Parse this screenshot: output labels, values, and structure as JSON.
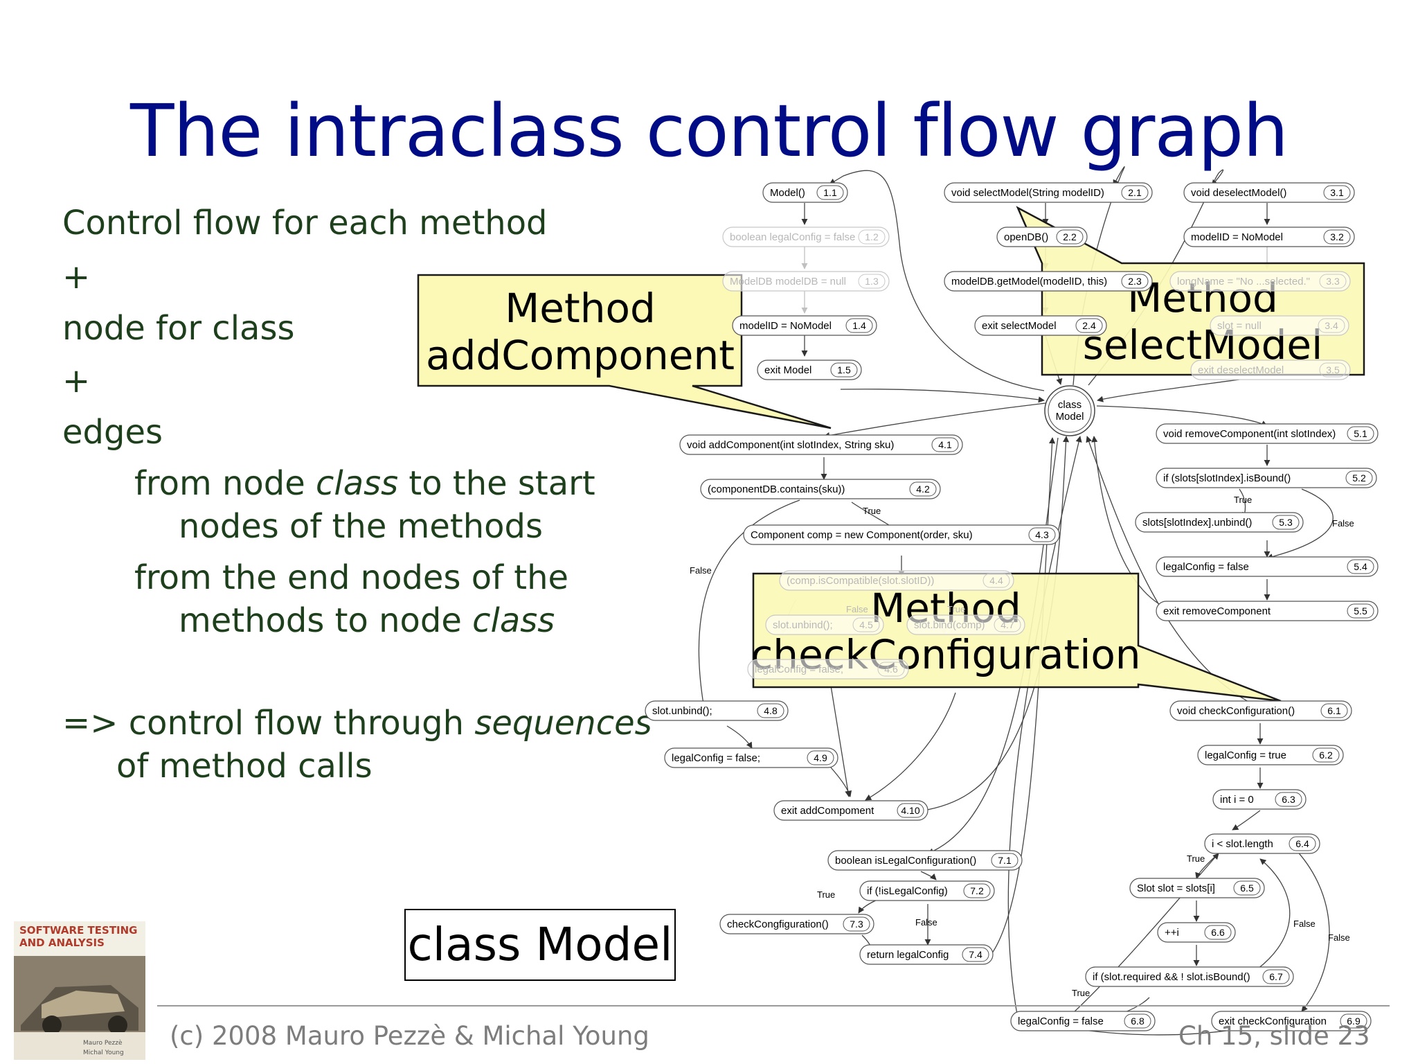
{
  "slide": {
    "title": "The intraclass control flow graph",
    "bullets": {
      "line1": "Control flow for each method",
      "plus1": "+",
      "line2": "node for class",
      "plus2": "+",
      "line3": "edges",
      "sub1_a": "from node ",
      "sub1_em": "class",
      "sub1_b": " to the start",
      "sub1_c": "nodes of the methods",
      "sub2_a": "from the end nodes of the",
      "sub2_b": "methods to node ",
      "sub2_em": "class",
      "concl_a": "=> control flow through ",
      "concl_em": "sequences",
      "concl_b": "of method calls"
    },
    "footer_left": "(c) 2008 Mauro Pezzè & Michal Young",
    "footer_right": "Ch 15, slide 23",
    "book_title_line1": "SOFTWARE TESTING",
    "book_title_line2": "AND ANALYSIS",
    "book_authors_line1": "Mauro Pezzè",
    "book_authors_line2": "Michal Young"
  },
  "callouts": {
    "add_component": [
      "Method",
      "addComponent"
    ],
    "select_model": [
      "Method",
      "selectModel"
    ],
    "check_configuration": [
      "Method",
      "checkConfiguration"
    ],
    "class_box": "class Model"
  },
  "class_node": [
    "class",
    "Model"
  ],
  "nodes": [
    {
      "key": "n1_1",
      "label": "Model()",
      "id": "1.1",
      "faded": false
    },
    {
      "key": "n1_2",
      "label": "boolean legalConfig = false",
      "id": "1.2",
      "faded": true
    },
    {
      "key": "n1_3",
      "label": "ModelDB modelDB = null",
      "id": "1.3",
      "faded": true
    },
    {
      "key": "n1_4",
      "label": "modelID = NoModel",
      "id": "1.4",
      "faded": false
    },
    {
      "key": "n1_5",
      "label": "exit Model",
      "id": "1.5",
      "faded": false
    },
    {
      "key": "n2_1",
      "label": "void selectModel(String modelID)",
      "id": "2.1",
      "faded": false
    },
    {
      "key": "n2_2",
      "label": "openDB()",
      "id": "2.2",
      "faded": false
    },
    {
      "key": "n2_3",
      "label": "modelDB.getModel(modelID, this)",
      "id": "2.3",
      "faded": false
    },
    {
      "key": "n2_4",
      "label": "exit selectModel",
      "id": "2.4",
      "faded": false
    },
    {
      "key": "n3_1",
      "label": "void deselectModel()",
      "id": "3.1",
      "faded": false
    },
    {
      "key": "n3_2",
      "label": "modelID = NoModel",
      "id": "3.2",
      "faded": false
    },
    {
      "key": "n3_3",
      "label": "longName = \"No ...selected.\"",
      "id": "3.3",
      "faded": true
    },
    {
      "key": "n3_4",
      "label": "slot = null",
      "id": "3.4",
      "faded": true
    },
    {
      "key": "n3_5",
      "label": "exit deselectModel",
      "id": "3.5",
      "faded": true
    },
    {
      "key": "n4_1",
      "label": "void addComponent(int slotIndex, String sku)",
      "id": "4.1",
      "faded": false
    },
    {
      "key": "n4_2",
      "label": "(componentDB.contains(sku))",
      "id": "4.2",
      "faded": false
    },
    {
      "key": "n4_3",
      "label": "Component comp = new Component(order, sku)",
      "id": "4.3",
      "faded": false
    },
    {
      "key": "n4_4",
      "label": "(comp.isCompatible(slot.slotID))",
      "id": "4.4",
      "faded": true
    },
    {
      "key": "n4_5",
      "label": "slot.unbind();",
      "id": "4.5",
      "faded": true
    },
    {
      "key": "n4_6",
      "label": "legalConfig = false;",
      "id": "4.6",
      "faded": true
    },
    {
      "key": "n4_7",
      "label": "slot.bind(comp)",
      "id": "4.7",
      "faded": true
    },
    {
      "key": "n4_8",
      "label": "slot.unbind();",
      "id": "4.8",
      "faded": false
    },
    {
      "key": "n4_9",
      "label": "legalConfig = false;",
      "id": "4.9",
      "faded": false
    },
    {
      "key": "n4_10",
      "label": "exit addCompoment",
      "id": "4.10",
      "faded": false
    },
    {
      "key": "n5_1",
      "label": "void removeComponent(int slotIndex)",
      "id": "5.1",
      "faded": false
    },
    {
      "key": "n5_2",
      "label": "if (slots[slotIndex].isBound()",
      "id": "5.2",
      "faded": false
    },
    {
      "key": "n5_3",
      "label": "slots[slotIndex].unbind()",
      "id": "5.3",
      "faded": false
    },
    {
      "key": "n5_4",
      "label": "legalConfig = false",
      "id": "5.4",
      "faded": false
    },
    {
      "key": "n5_5",
      "label": "exit removeComponent",
      "id": "5.5",
      "faded": false
    },
    {
      "key": "n6_1",
      "label": "void checkConfiguration()",
      "id": "6.1",
      "faded": false
    },
    {
      "key": "n6_2",
      "label": "legalConfig = true",
      "id": "6.2",
      "faded": false
    },
    {
      "key": "n6_3",
      "label": "int i = 0",
      "id": "6.3",
      "faded": false
    },
    {
      "key": "n6_4",
      "label": "i < slot.length",
      "id": "6.4",
      "faded": false
    },
    {
      "key": "n6_5",
      "label": "Slot slot = slots[i]",
      "id": "6.5",
      "faded": false
    },
    {
      "key": "n6_6",
      "label": "++i",
      "id": "6.6",
      "faded": false
    },
    {
      "key": "n6_7",
      "label": "if (slot.required && ! slot.isBound()",
      "id": "6.7",
      "faded": false
    },
    {
      "key": "n6_8",
      "label": "legalConfig = false",
      "id": "6.8",
      "faded": false
    },
    {
      "key": "n6_9",
      "label": "exit checkConfiguration",
      "id": "6.9",
      "faded": false
    },
    {
      "key": "n7_1",
      "label": "boolean isLegalConfiguration()",
      "id": "7.1",
      "faded": false
    },
    {
      "key": "n7_2",
      "label": "if (!isLegalConfig)",
      "id": "7.2",
      "faded": false
    },
    {
      "key": "n7_3",
      "label": "checkCongfiguration()",
      "id": "7.3",
      "faded": false
    },
    {
      "key": "n7_4",
      "label": "return legalConfig",
      "id": "7.4",
      "faded": false
    }
  ],
  "edge_labels": [
    {
      "key": "e4_2_true",
      "text": "True",
      "faded": false
    },
    {
      "key": "e4_2_false",
      "text": "False",
      "faded": false
    },
    {
      "key": "e4_4_false",
      "text": "False",
      "faded": true
    },
    {
      "key": "e4_4_true",
      "text": "True",
      "faded": true
    },
    {
      "key": "e5_2_true",
      "text": "True",
      "faded": false
    },
    {
      "key": "e5_2_false",
      "text": "False",
      "faded": false
    },
    {
      "key": "e6_4_true",
      "text": "True",
      "faded": false
    },
    {
      "key": "e6_4_false",
      "text": "False",
      "faded": false
    },
    {
      "key": "e6_7_false",
      "text": "False",
      "faded": false
    },
    {
      "key": "e6_7_true",
      "text": "True",
      "faded": false
    },
    {
      "key": "e7_2_true",
      "text": "True",
      "faded": false
    },
    {
      "key": "e7_2_false",
      "text": "False",
      "faded": false
    }
  ]
}
